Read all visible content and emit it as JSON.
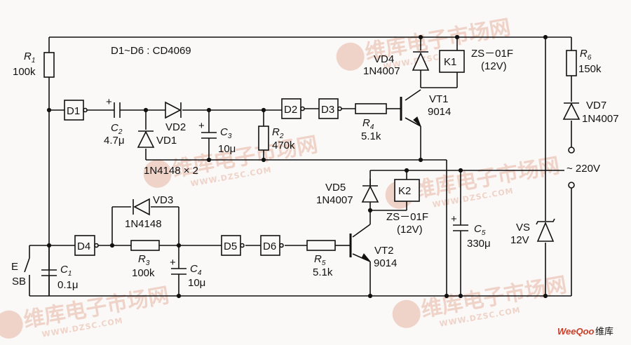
{
  "header_note": "D1~D6 : CD4069",
  "watermark": {
    "cn": "维库电子市场网",
    "en": "WWW.DZSC.COM",
    "color": "#efd3c8"
  },
  "footer": {
    "brand": "WeeQoo",
    "suffix": "维库"
  },
  "components": {
    "r1": {
      "ref": "R",
      "sub": "1",
      "value": "100k"
    },
    "r2": {
      "ref": "R",
      "sub": "2",
      "value": "470k"
    },
    "r3": {
      "ref": "R",
      "sub": "3",
      "value": "100k"
    },
    "r4": {
      "ref": "R",
      "sub": "4",
      "value": "5.1k"
    },
    "r5": {
      "ref": "R",
      "sub": "5",
      "value": "5.1k"
    },
    "r6": {
      "ref": "R",
      "sub": "6",
      "value": "150k"
    },
    "c1": {
      "ref": "C",
      "sub": "1",
      "value": "0.1μ"
    },
    "c2": {
      "ref": "C",
      "sub": "2",
      "value": "4.7μ"
    },
    "c3": {
      "ref": "C",
      "sub": "3",
      "value": "10μ"
    },
    "c4": {
      "ref": "C",
      "sub": "4",
      "value": "10μ"
    },
    "c5": {
      "ref": "C",
      "sub": "5",
      "value": "330μ"
    },
    "d1": "D1",
    "d2": "D2",
    "d3": "D3",
    "d4": "D4",
    "d5": "D5",
    "d6": "D6",
    "vd1": {
      "ref": "VD1",
      "value": "1N4148 × 2"
    },
    "vd2": {
      "ref": "VD2"
    },
    "vd3": {
      "ref": "VD3",
      "value": "1N4148"
    },
    "vd4": {
      "ref": "VD4",
      "value": "1N4007"
    },
    "vd5": {
      "ref": "VD5",
      "value": "1N4007"
    },
    "vd7": {
      "ref": "VD7",
      "value": "1N4007"
    },
    "vs": {
      "ref": "VS",
      "value": "12V"
    },
    "k1": {
      "ref": "K1",
      "model": "ZS－01F",
      "rating": "(12V)"
    },
    "k2": {
      "ref": "K2",
      "model": "ZS－01F",
      "rating": "(12V)"
    },
    "vt1": {
      "ref": "VT1",
      "value": "9014"
    },
    "vt2": {
      "ref": "VT2",
      "value": "9014"
    },
    "sb": {
      "ref": "SB",
      "mark": "E"
    },
    "ac": {
      "value": "~ 220V"
    },
    "plus": "+"
  }
}
